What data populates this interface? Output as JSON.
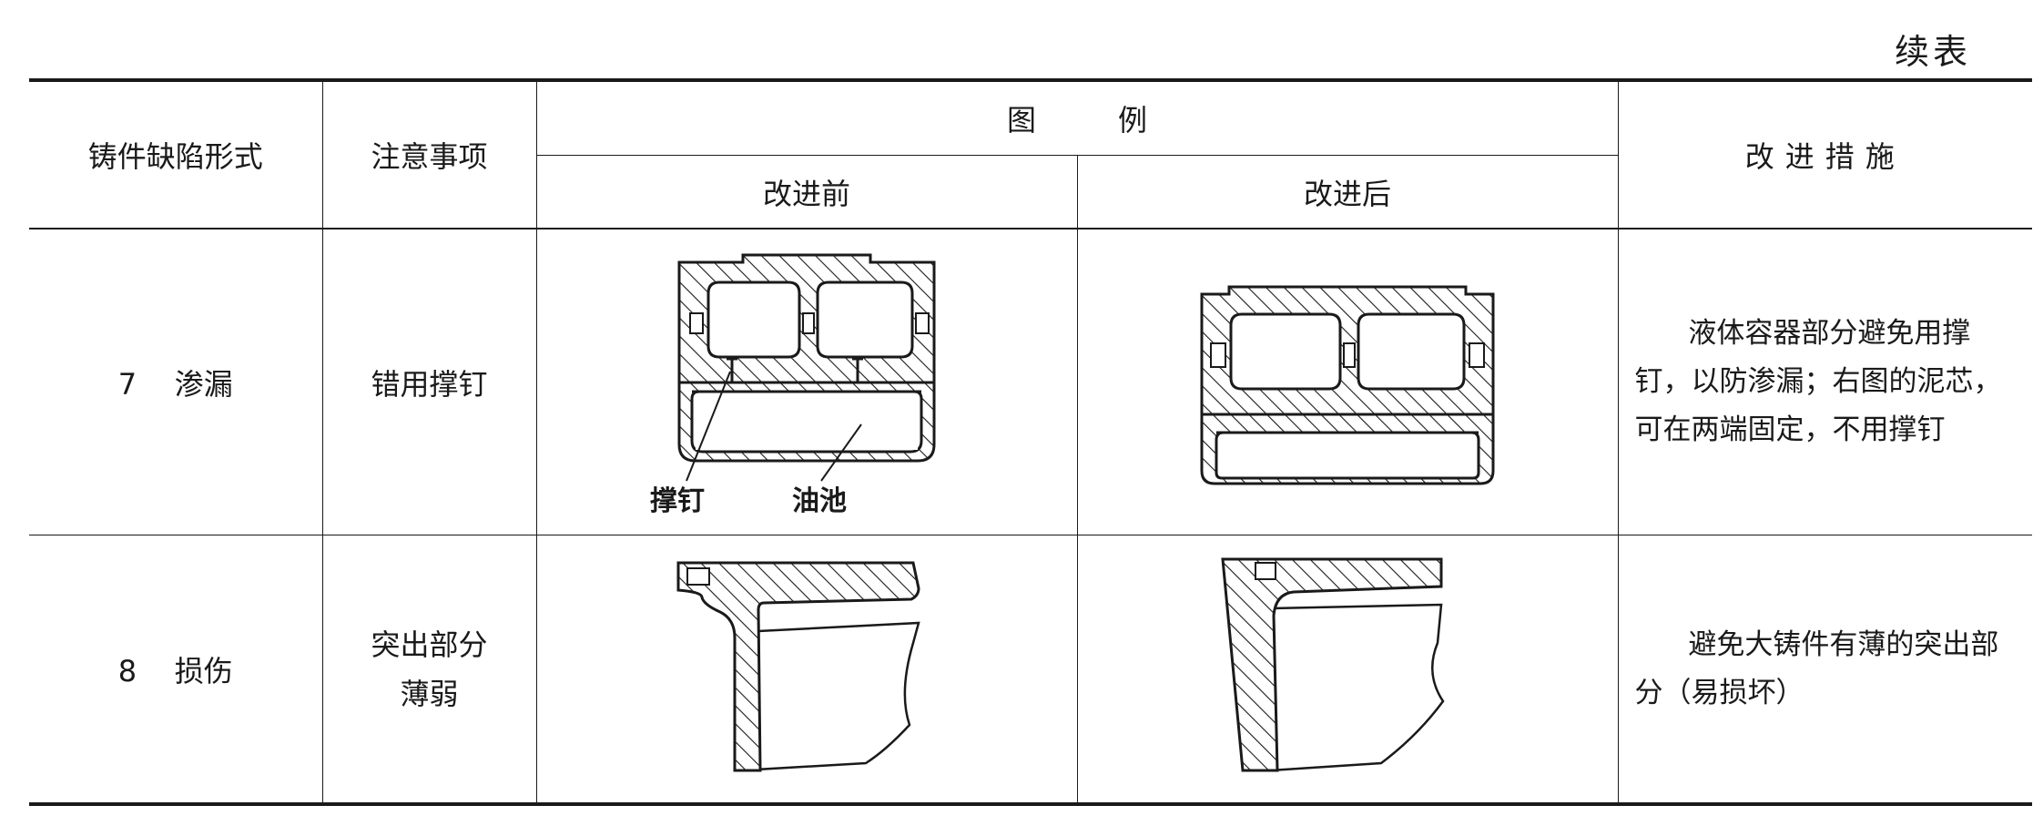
{
  "continued_label": "续表",
  "headers": {
    "defect_form": "铸件缺陷形式",
    "notes": "注意事项",
    "figure_left": "图",
    "figure_right": "例",
    "before": "改进前",
    "after": "改进后",
    "measures": "改进措施"
  },
  "rows": [
    {
      "number": "7",
      "defect": "渗漏",
      "note": "错用撑钉",
      "figure_labels": {
        "chaplet": "撑钉",
        "oil_pool": "油池"
      },
      "measure": "液体容器部分避免用撑钉，以防渗漏；右图的泥芯，可在两端固定，不用撑钉"
    },
    {
      "number": "8",
      "defect": "损伤",
      "note_line1": "突出部分",
      "note_line2": "薄弱",
      "measure": "避免大铸件有薄的突出部分（易损坏）"
    }
  ]
}
